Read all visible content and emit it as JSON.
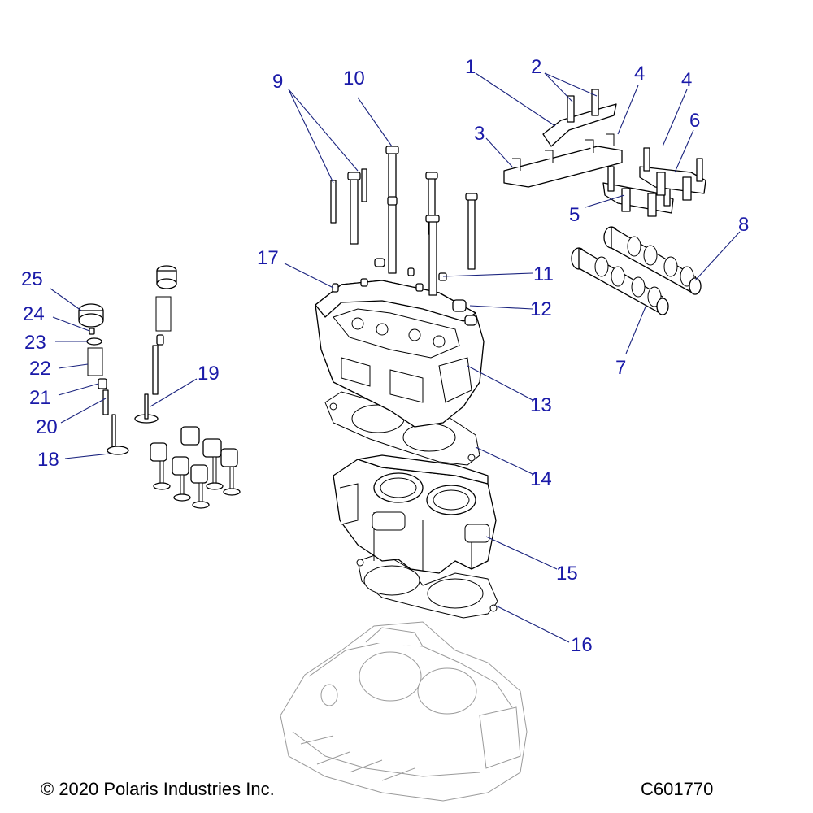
{
  "footer": {
    "copyright": "© 2020 Polaris Industries Inc.",
    "drawing_id": "C601770"
  },
  "callouts": [
    {
      "id": "callout-1",
      "label": "1"
    },
    {
      "id": "callout-2",
      "label": "2"
    },
    {
      "id": "callout-3",
      "label": "3"
    },
    {
      "id": "callout-4a",
      "label": "4"
    },
    {
      "id": "callout-4b",
      "label": "4"
    },
    {
      "id": "callout-5",
      "label": "5"
    },
    {
      "id": "callout-6",
      "label": "6"
    },
    {
      "id": "callout-7",
      "label": "7"
    },
    {
      "id": "callout-8",
      "label": "8"
    },
    {
      "id": "callout-9",
      "label": "9"
    },
    {
      "id": "callout-10",
      "label": "10"
    },
    {
      "id": "callout-11",
      "label": "11"
    },
    {
      "id": "callout-12",
      "label": "12"
    },
    {
      "id": "callout-13",
      "label": "13"
    },
    {
      "id": "callout-14",
      "label": "14"
    },
    {
      "id": "callout-15",
      "label": "15"
    },
    {
      "id": "callout-16",
      "label": "16"
    },
    {
      "id": "callout-17",
      "label": "17"
    },
    {
      "id": "callout-18",
      "label": "18"
    },
    {
      "id": "callout-19",
      "label": "19"
    },
    {
      "id": "callout-20",
      "label": "20"
    },
    {
      "id": "callout-21",
      "label": "21"
    },
    {
      "id": "callout-22",
      "label": "22"
    },
    {
      "id": "callout-23",
      "label": "23"
    },
    {
      "id": "callout-24",
      "label": "24"
    },
    {
      "id": "callout-25",
      "label": "25"
    }
  ]
}
